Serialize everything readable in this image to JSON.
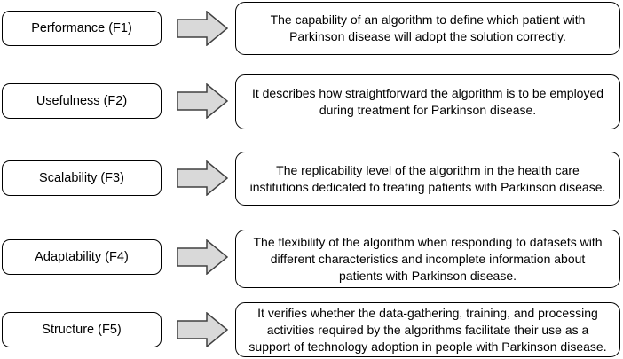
{
  "factors": [
    {
      "label": "Performance (F1)",
      "description": "The capability of an algorithm to define which patient with Parkinson disease will adopt the solution correctly."
    },
    {
      "label": "Usefulness (F2)",
      "description": "It describes how straightforward the algorithm is to be employed during treatment for Parkinson disease."
    },
    {
      "label": "Scalability (F3)",
      "description": "The replicability level of the algorithm in the health care institutions dedicated to treating patients with Parkinson disease."
    },
    {
      "label": "Adaptability (F4)",
      "description": "The flexibility of the algorithm when responding to datasets with different characteristics and incomplete information about patients with Parkinson disease."
    },
    {
      "label": "Structure (F5)",
      "description": "It verifies whether the data-gathering, training, and processing activities required by the algorithms facilitate their use as a support of technology adoption in people with Parkinson disease."
    }
  ],
  "colors": {
    "box_border": "#000000",
    "arrow_fill": "#d9d9d9",
    "arrow_stroke": "#404040"
  },
  "icons": {
    "connector": "right-arrow-icon"
  }
}
